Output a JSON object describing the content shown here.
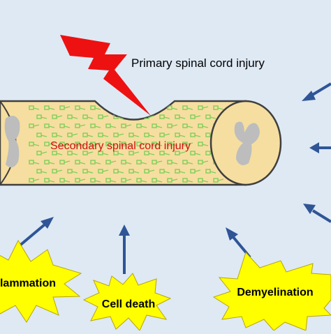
{
  "labels": {
    "primary_injury": "Primary spinal cord injury",
    "secondary_injury": "Secondary spinal cord injury",
    "inflammation": "Inflammation",
    "cell_death": "Cell death",
    "demyelination": "Demyelination"
  },
  "colors": {
    "background": "#dee9f4",
    "cord_fill": "#f6dea0",
    "cord_stroke": "#3f3f3f",
    "lightning": "#ee1111",
    "secondary_text": "#cc1111",
    "arrow": "#2f5597",
    "starburst_fill": "#ffff00",
    "starburst_stroke": "#b9a500",
    "cell_green": "#7dcf5a",
    "gray_matter": "#bdbdbd"
  }
}
